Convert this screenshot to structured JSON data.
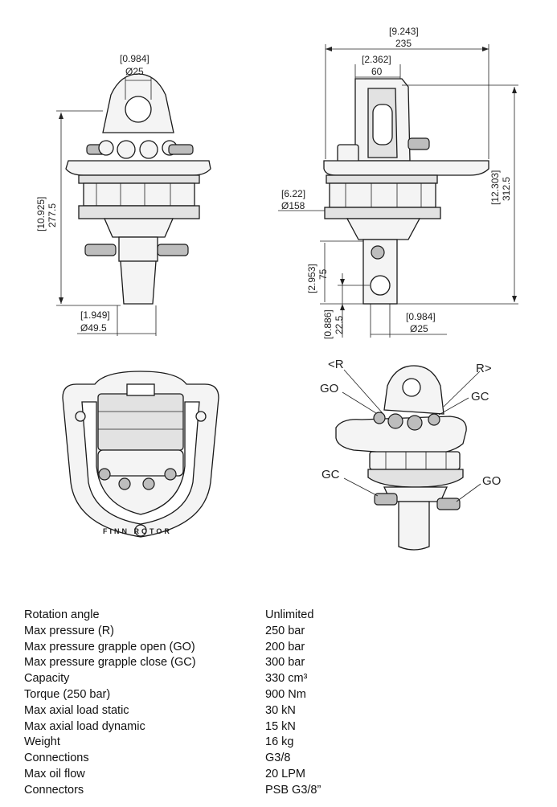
{
  "diagram": {
    "front_view": {
      "height_dim": "[10.925]",
      "height_mm": "277.5",
      "top_dia_in": "[0.984]",
      "top_dia": "Ø25",
      "shaft_dia_in": "[1.949]",
      "shaft_dia": "Ø49.5"
    },
    "side_view": {
      "width_in": "[9.243]",
      "width_mm": "235",
      "yoke_in": "[2.362]",
      "yoke_mm": "60",
      "total_h_in": "[12.303]",
      "total_h_mm": "312.5",
      "body_dia_in": "[6.22]",
      "body_dia": "Ø158",
      "shaft_len_in": "[2.953]",
      "shaft_len_mm": "75",
      "hole_off_in": "[0.886]",
      "hole_off_mm": "22.5",
      "hole_dia_in": "[0.984]",
      "hole_dia": "Ø25"
    },
    "iso_view": {
      "port_r_left": "<R",
      "port_r_right": "R>",
      "port_go_top": "GO",
      "port_gc_top": "GC",
      "port_gc_bottom": "GC",
      "port_go_bottom": "GO"
    },
    "bottom_view": {
      "brand_text": "FINN ROTOR"
    }
  },
  "specs": [
    {
      "label": "Rotation angle",
      "value": "Unlimited"
    },
    {
      "label": "Max pressure (R)",
      "value": "250 bar"
    },
    {
      "label": "Max pressure grapple open (GO)",
      "value": "200 bar"
    },
    {
      "label": "Max pressure grapple close (GC)",
      "value": "300 bar"
    },
    {
      "label": "Capacity",
      "value": "330 cm³"
    },
    {
      "label": "Torque (250 bar)",
      "value": "900 Nm"
    },
    {
      "label": "Max axial load static",
      "value": "30 kN"
    },
    {
      "label": "Max axial load dynamic",
      "value": "15 kN"
    },
    {
      "label": "Weight",
      "value": "16 kg"
    },
    {
      "label": "Connections",
      "value": "G3/8"
    },
    {
      "label": "Max oil flow",
      "value": "20 LPM"
    },
    {
      "label": "Connectors",
      "value": "PSB G3/8”"
    }
  ]
}
